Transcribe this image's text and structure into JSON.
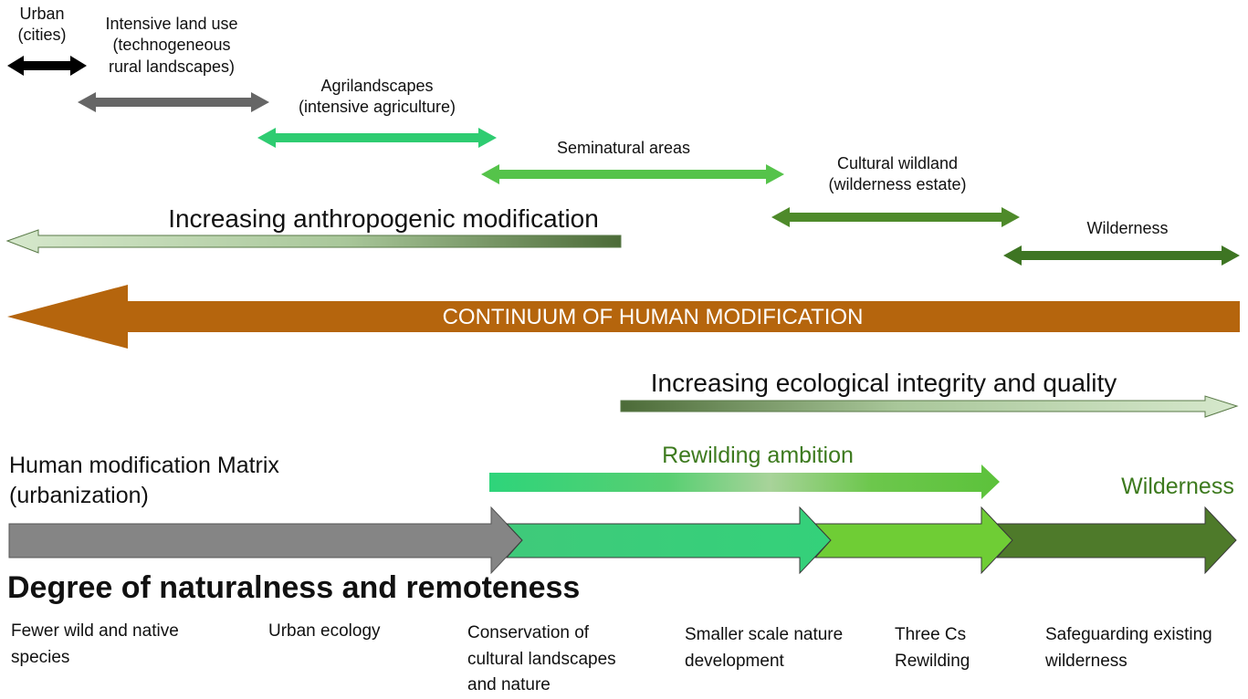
{
  "scales": {
    "urban": {
      "label_line1": "Urban",
      "label_line2": "(cities)",
      "color": "#000000"
    },
    "intensive": {
      "label_line1": "Intensive land use",
      "label_line2": "(technogeneous",
      "label_line3": "rural landscapes)",
      "color": "#666666"
    },
    "agri": {
      "label_line1": "Agrilandscapes",
      "label_line2": "(intensive agriculture)",
      "color": "#2ecc71"
    },
    "seminatural": {
      "label": "Seminatural areas",
      "color": "#55c34a"
    },
    "cultural": {
      "label_line1": "Cultural wildland",
      "label_line2": "(wilderness estate)",
      "color": "#4e8a2a"
    },
    "wilderness": {
      "label": "Wilderness",
      "color": "#3e7523"
    }
  },
  "anthropogenic": {
    "label": "Increasing anthropogenic modification"
  },
  "continuum": {
    "label": "CONTINUUM OF HUMAN MODIFICATION",
    "color": "#b5650d"
  },
  "ecological": {
    "label": "Increasing ecological integrity and quality"
  },
  "matrix": {
    "label_line1": "Human modification Matrix",
    "label_line2": "(urbanization)"
  },
  "rewilding": {
    "label": "Rewilding ambition",
    "color": "#3d7a1e"
  },
  "wilderness_heading": {
    "label": "Wilderness",
    "color": "#3d7a1e"
  },
  "degree": {
    "label": "Degree of naturalness and remoteness"
  },
  "categories": [
    {
      "line1": "Fewer wild and native",
      "line2": "species"
    },
    {
      "line1": "Urban ecology"
    },
    {
      "line1": "Conservation of",
      "line2": "cultural landscapes",
      "line3": "and nature"
    },
    {
      "line1": "Smaller scale nature",
      "line2": "development"
    },
    {
      "line1": "Three Cs",
      "line2": "Rewilding"
    },
    {
      "line1": "Safeguarding existing",
      "line2": "wilderness"
    }
  ]
}
